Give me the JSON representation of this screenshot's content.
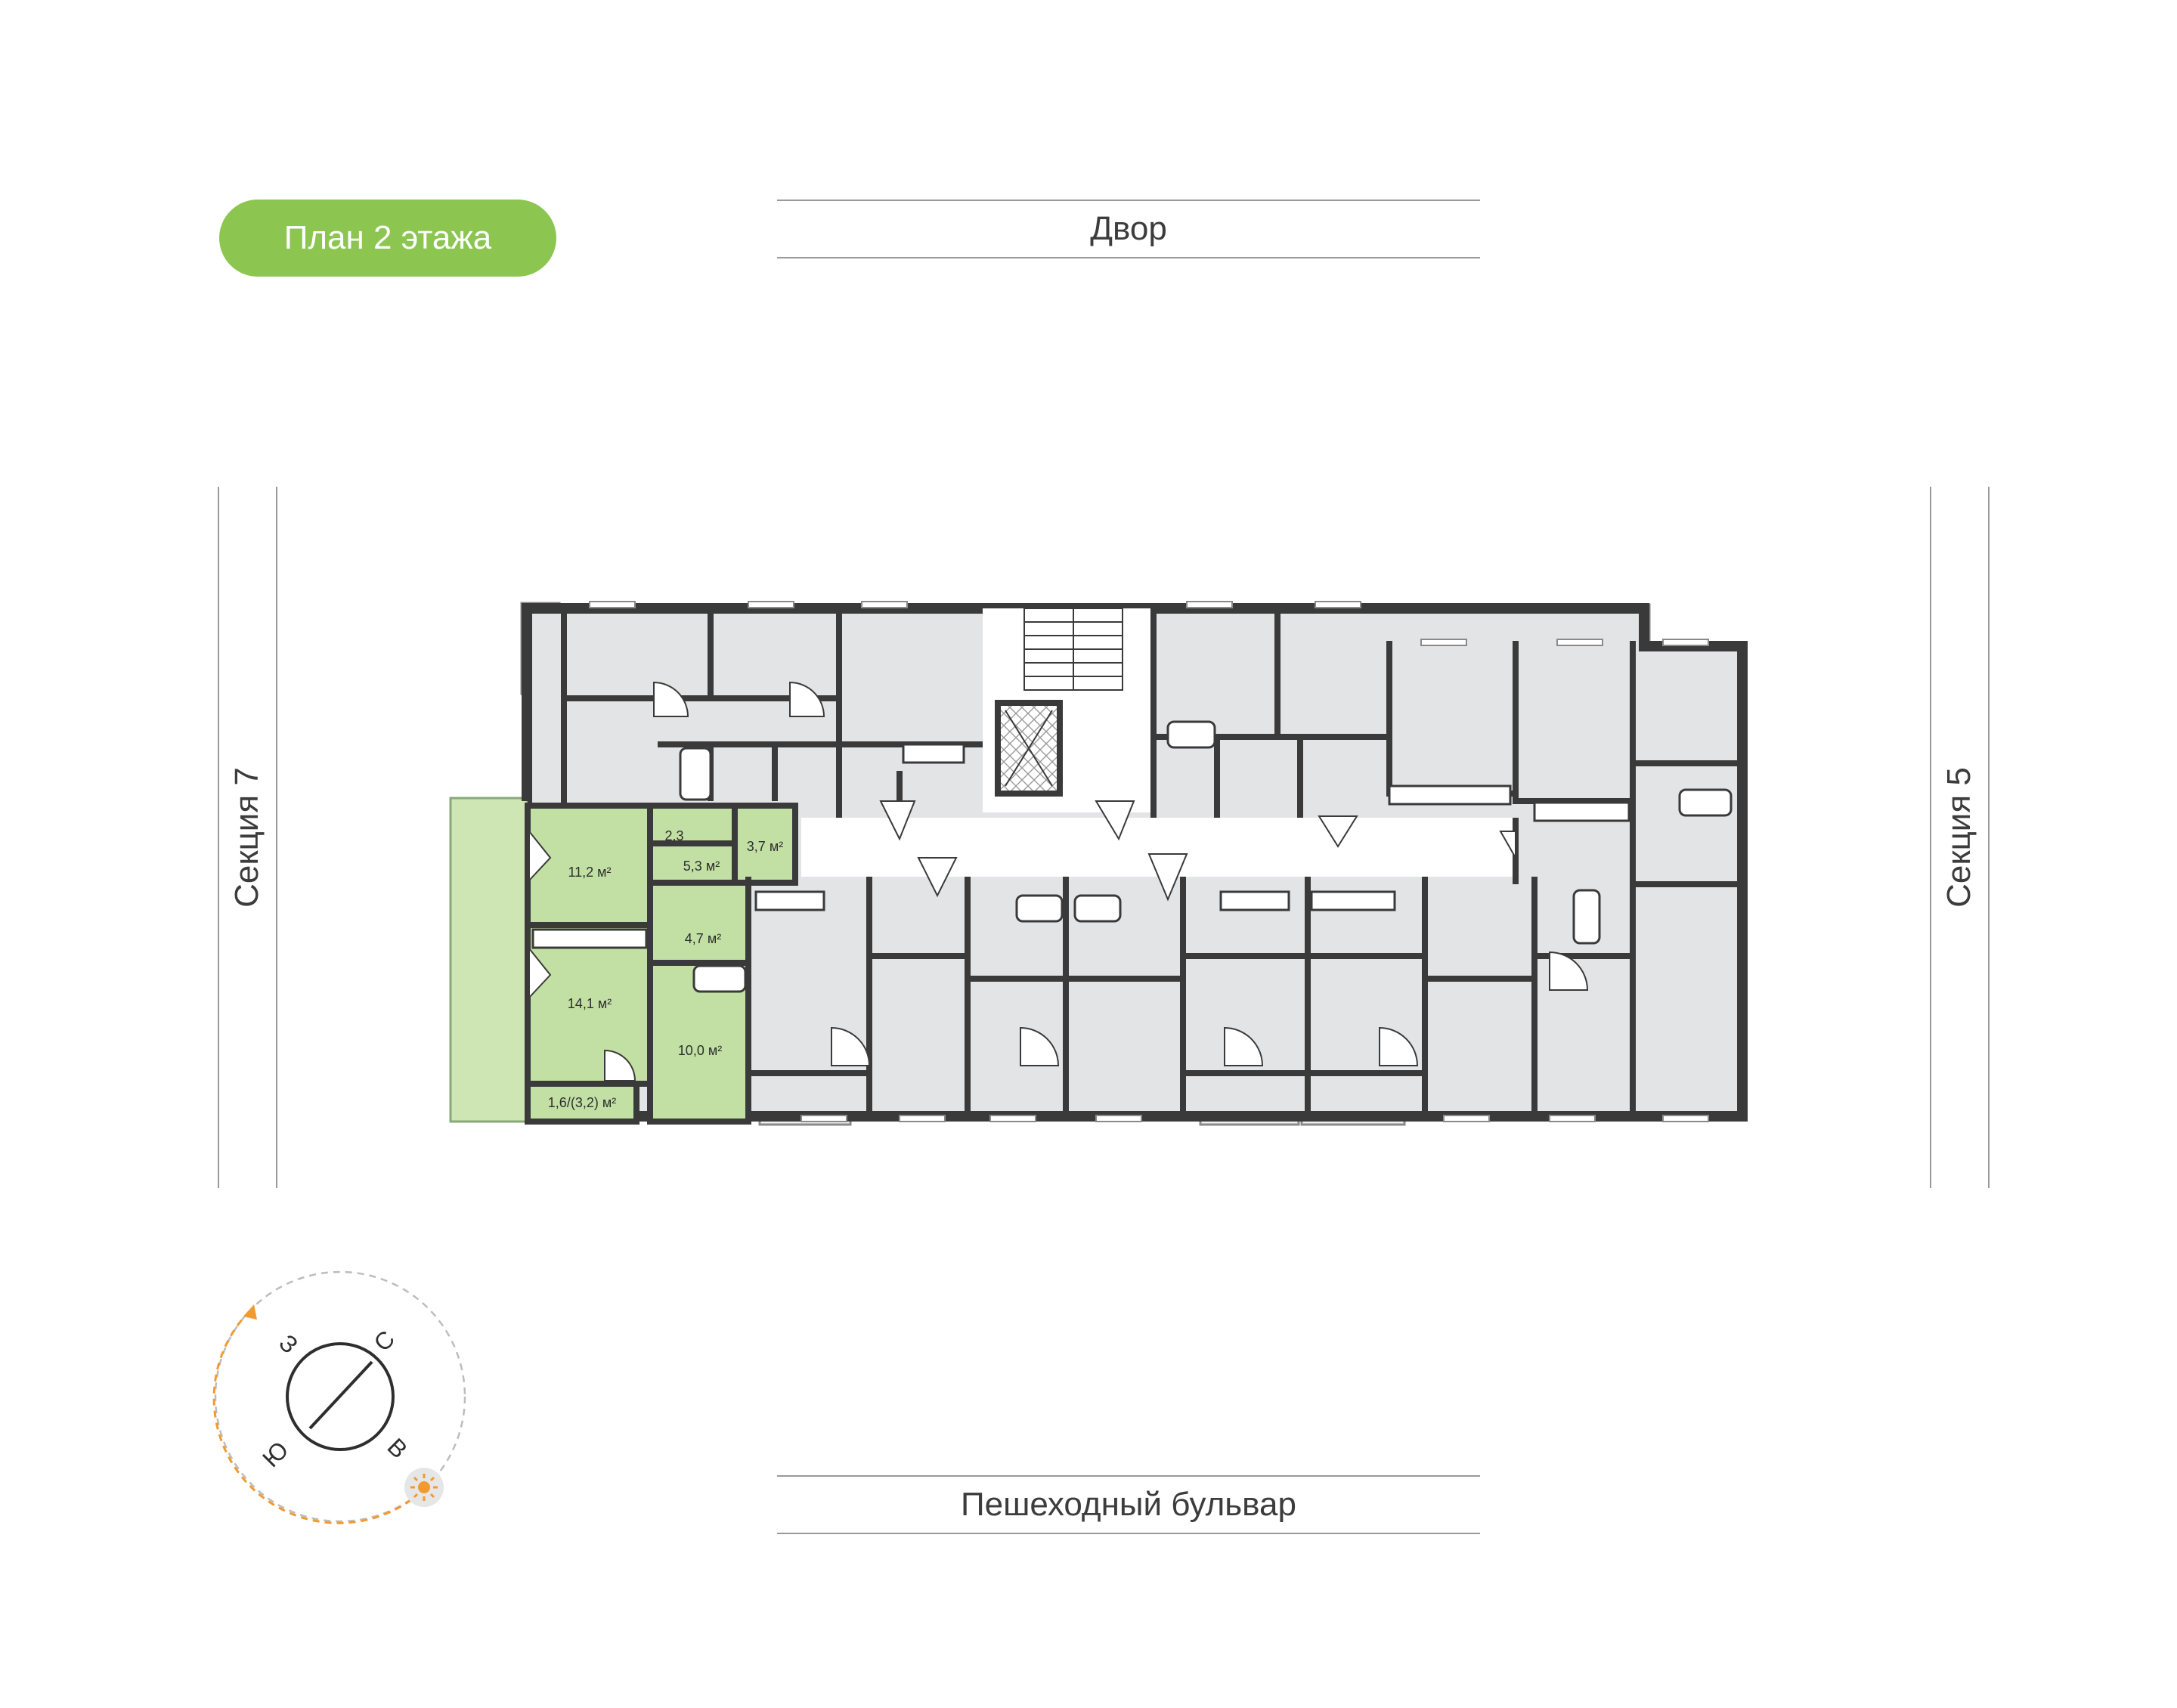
{
  "title": "План 2 этажа",
  "orientation": {
    "top": "Двор",
    "bottom": "Пешеходный бульвар",
    "left": "Секция 7",
    "right": "Секция 5"
  },
  "apartment": {
    "highlight_color": "#c2e0a4",
    "rooms": [
      {
        "name": "room-area-11-2",
        "area": "11,2 м²"
      },
      {
        "name": "room-area-14-1",
        "area": "14,1 м²"
      },
      {
        "name": "balcony-area",
        "area": "1,6/(3,2) м²"
      },
      {
        "name": "wc-area",
        "area": "2,3"
      },
      {
        "name": "hall-area-5-3",
        "area": "5,3 м²"
      },
      {
        "name": "storage-area-3-7",
        "area": "3,7 м²"
      },
      {
        "name": "bath-area-4-7",
        "area": "4,7 м²"
      },
      {
        "name": "room-area-10-0",
        "area": "10,0 м²"
      }
    ]
  },
  "compass": {
    "n": "С",
    "e": "В",
    "s": "Ю",
    "w": "З",
    "arrow_color": "#f29a2e",
    "sun_icon": "sun-icon"
  },
  "colors": {
    "badge": "#8cc651",
    "wall": "#3a3a3a",
    "room_fill": "#e3e4e5",
    "balcony_green": "#cde6b4"
  }
}
